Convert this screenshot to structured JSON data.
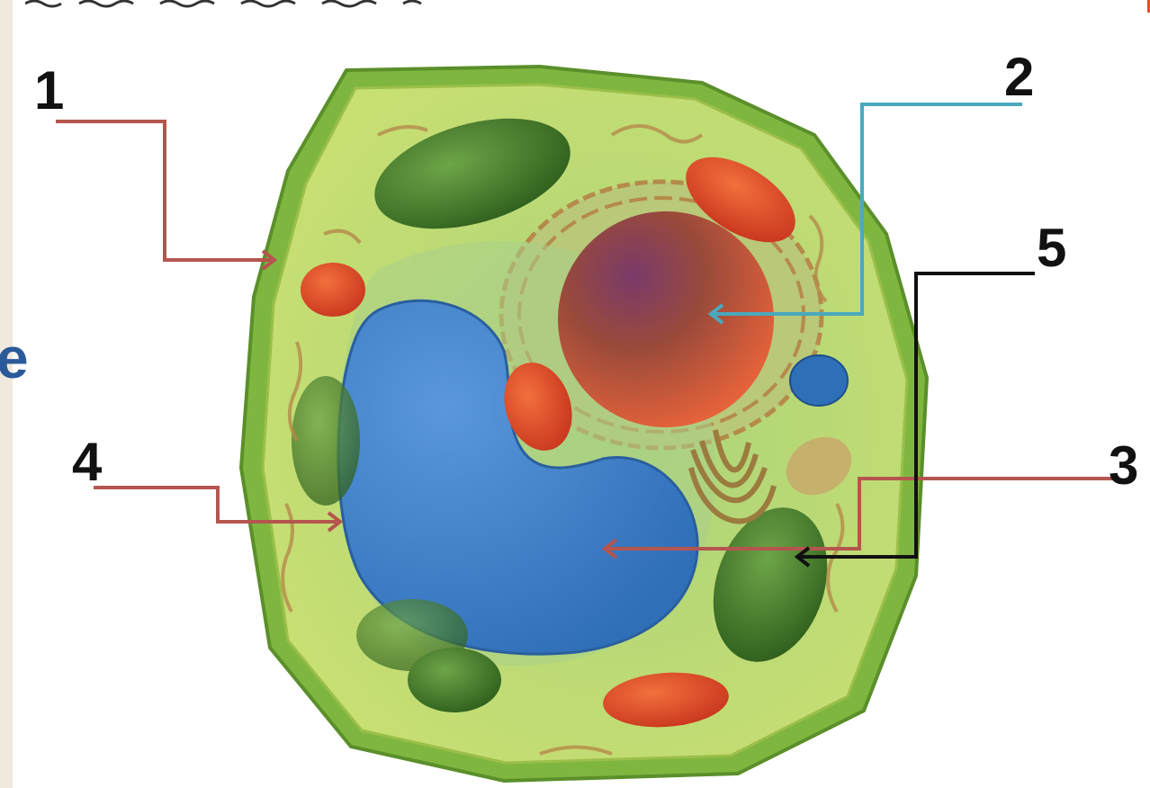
{
  "labels": [
    {
      "id": "1",
      "text": "1"
    },
    {
      "id": "2",
      "text": "2"
    },
    {
      "id": "3",
      "text": "3"
    },
    {
      "id": "4",
      "text": "4"
    },
    {
      "id": "5",
      "text": "5"
    }
  ],
  "side_text": "e",
  "colors": {
    "pointer_red": "#b5554f",
    "pointer_cyan": "#4aa9bd",
    "pointer_black": "#111111",
    "cell_wall": "#7fb640",
    "cytoplasm": "#c3dc6e",
    "vacuole": "#3d7fc8",
    "nucleus": "#a8502f",
    "chloroplast": "#4f8a2e",
    "mitochondrion": "#e0472a"
  }
}
